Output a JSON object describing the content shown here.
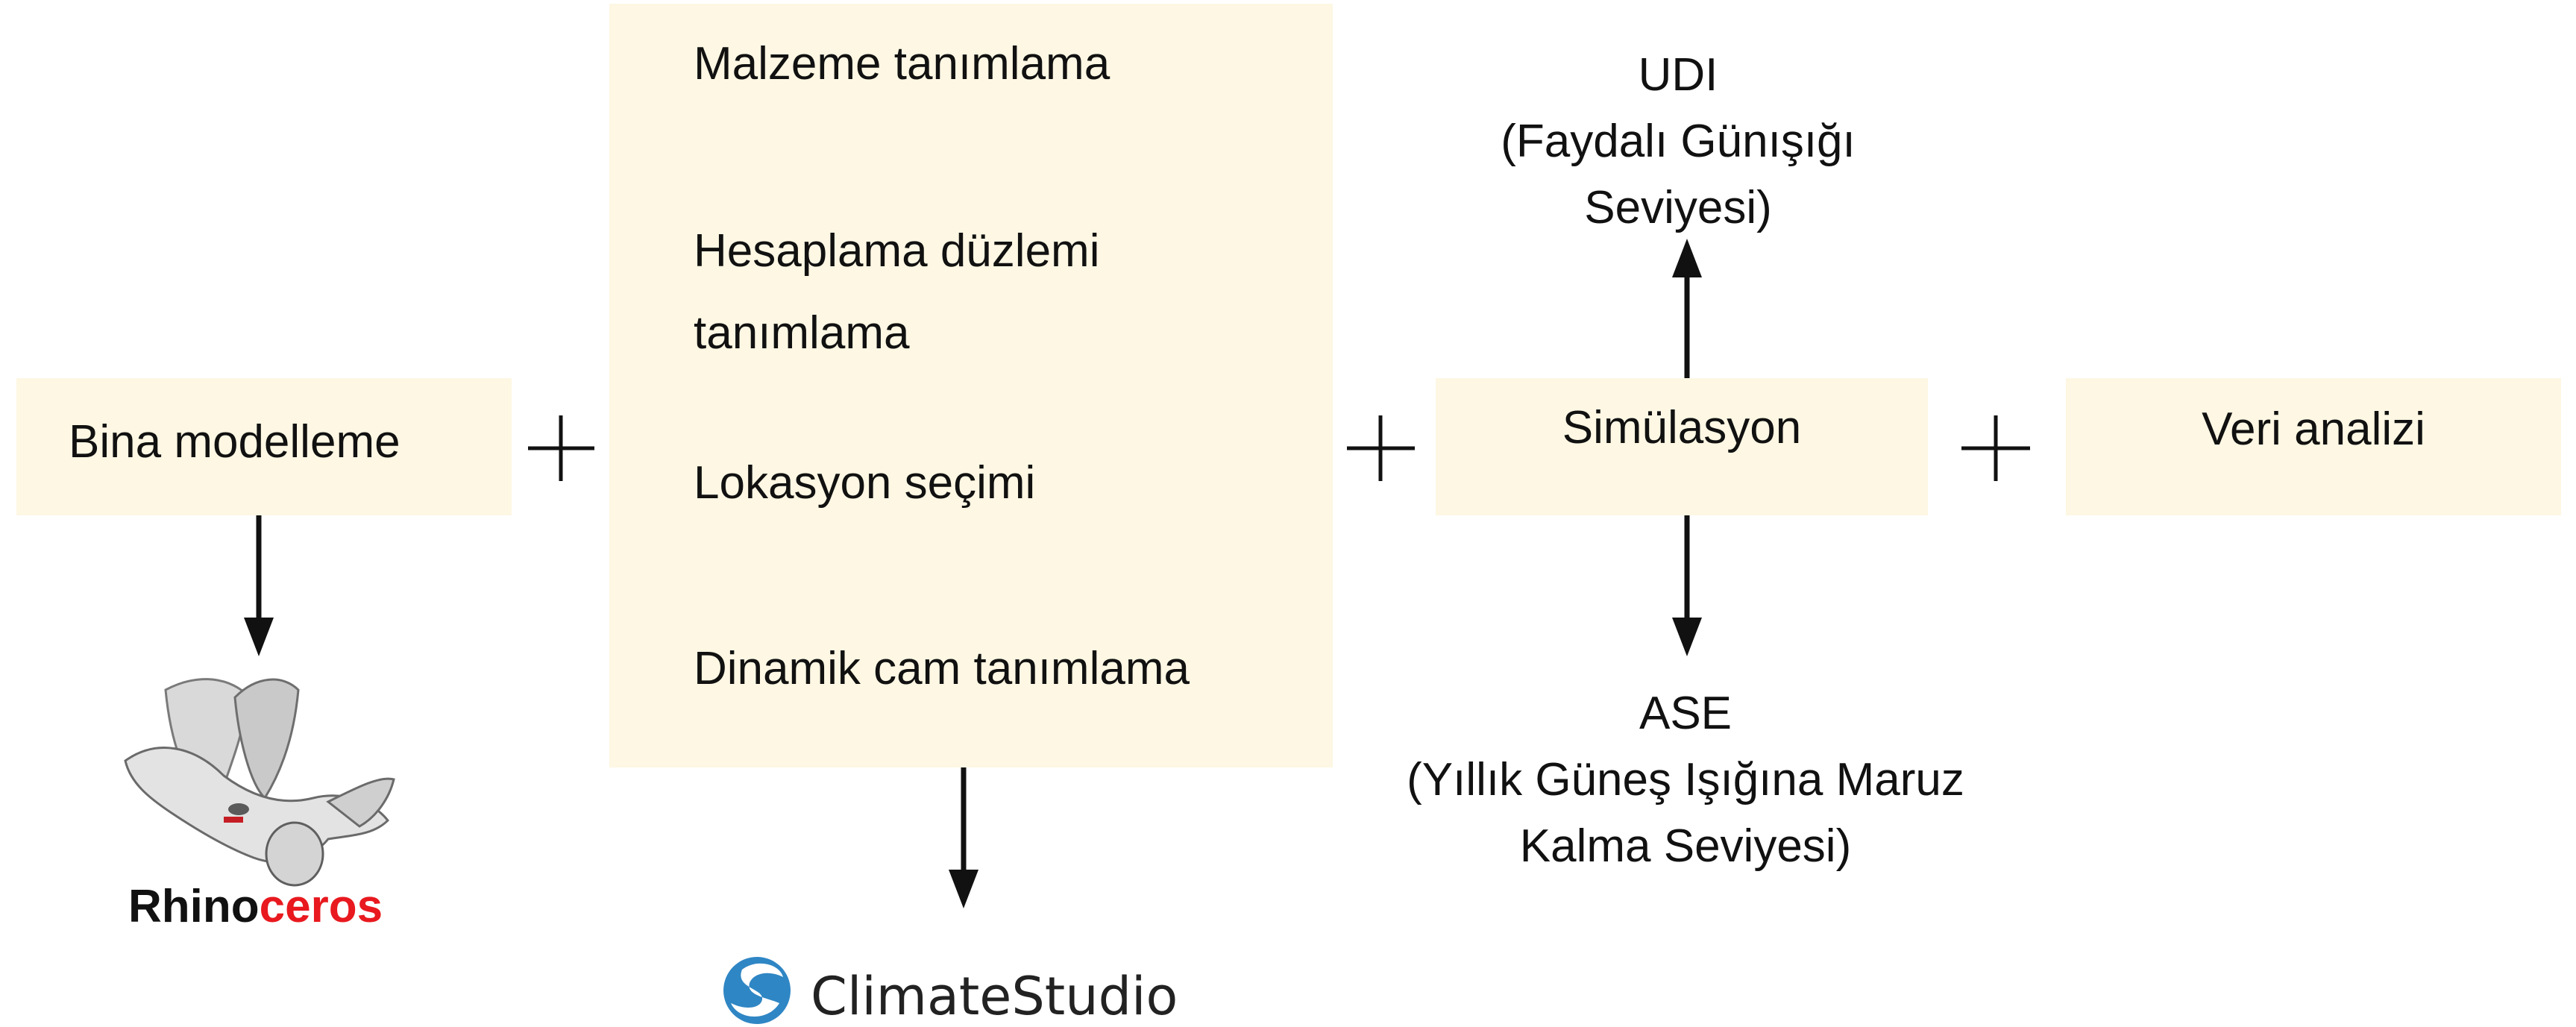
{
  "steps": {
    "modeling": {
      "label": "Bina modelleme"
    },
    "setup": {
      "items": [
        "Malzeme tanımlama",
        "Hesaplama düzlemi",
        "tanımlama",
        "Lokasyon seçimi",
        "Dinamik cam tanımlama"
      ]
    },
    "simulation": {
      "label": "Simülasyon"
    },
    "analysis": {
      "label": "Veri analizi"
    }
  },
  "outputs": {
    "udi": {
      "line1": "UDI",
      "line2": "(Faydalı Günışığı",
      "line3": "Seviyesi)"
    },
    "ase": {
      "line1": "ASE",
      "line2": "(Yıllık Güneş Işığına Maruz",
      "line3": "Kalma Seviyesi)"
    }
  },
  "connectors": {
    "plus": "+"
  },
  "tools": {
    "rhino": {
      "part1": "Rhino",
      "part2": "ceros",
      "icon": "rhinoceros-logo-icon"
    },
    "climatestudio": {
      "label": "ClimateStudio",
      "icon": "climatestudio-logo-icon"
    }
  },
  "colors": {
    "box_fill": "#fdf7e3",
    "rhino_red": "#e8191f",
    "climatestudio_blue": "#2f86c4"
  }
}
